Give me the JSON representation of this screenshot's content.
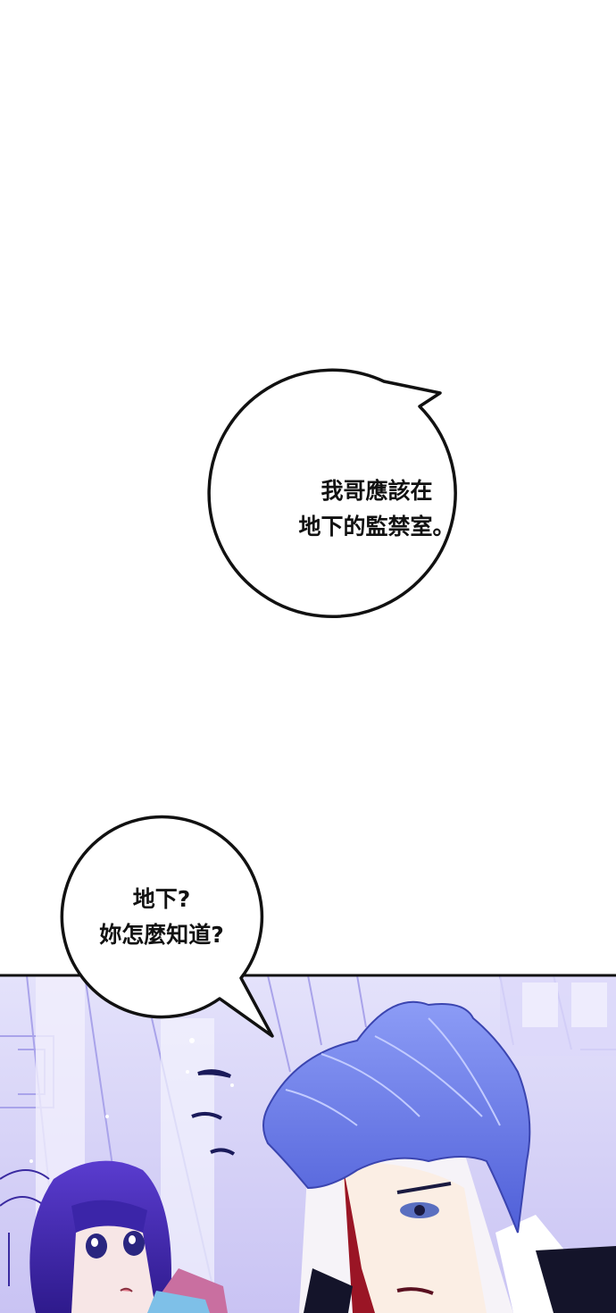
{
  "bubbles": {
    "top": {
      "line1": "我哥應該在",
      "line2": "地下的監禁室。"
    },
    "bottom": {
      "line1": "地下?",
      "line2": "妳怎麼知道?"
    }
  },
  "colors": {
    "background": "#ffffff",
    "panel": "#d9d6f7",
    "hair": "#6f7fe8",
    "girl_hair": "#4a2fb8",
    "outline": "#111111"
  },
  "icons": {
    "reaction_marks": "dash-lines-icon"
  }
}
